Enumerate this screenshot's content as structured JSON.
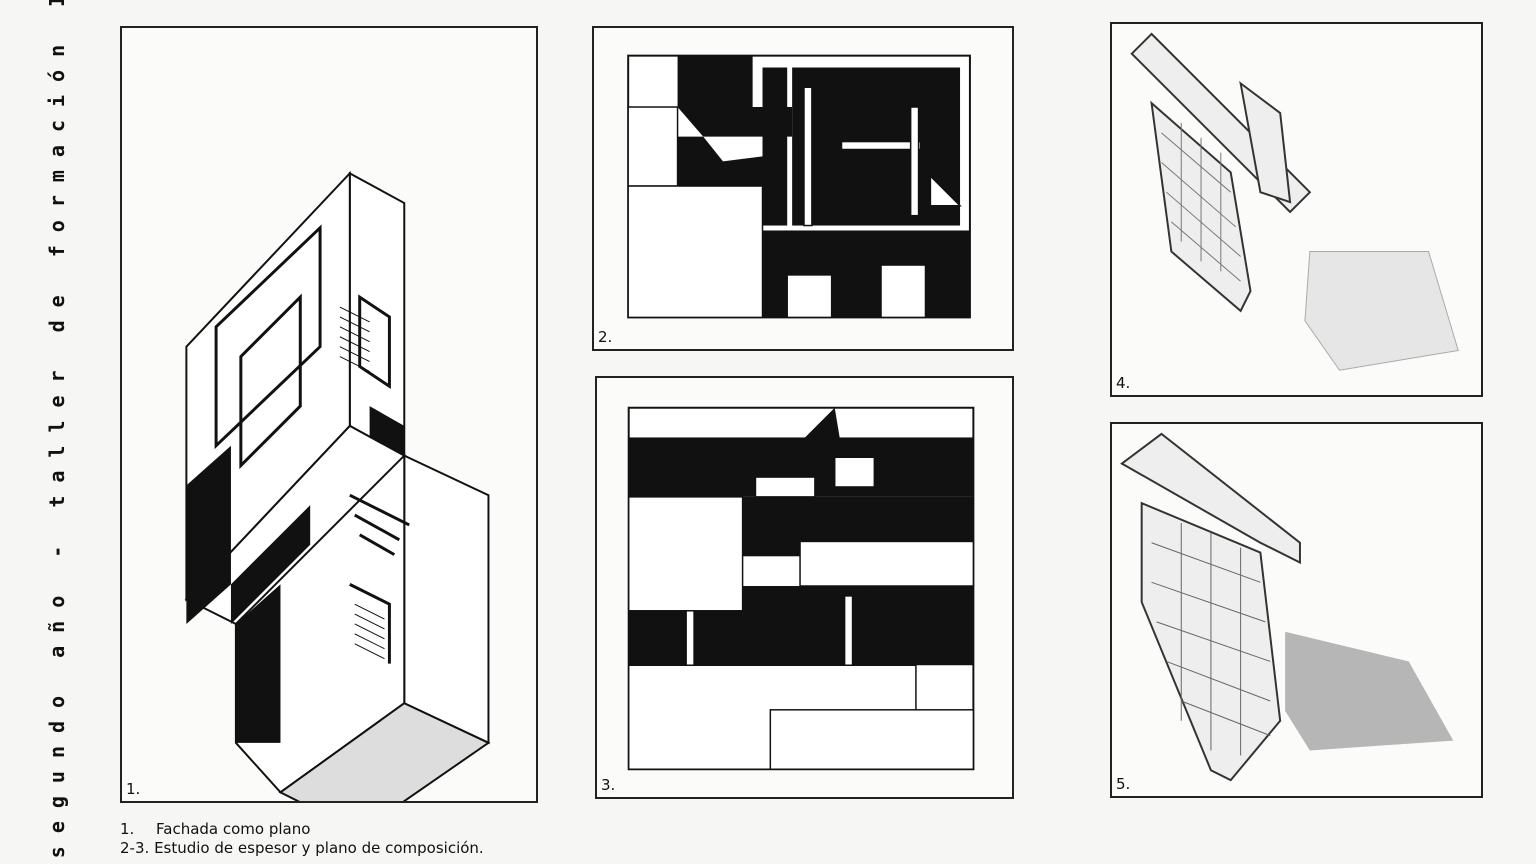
{
  "side_title": "segundo año - taller de formación I",
  "figures": [
    {
      "label": "1."
    },
    {
      "label": "2."
    },
    {
      "label": "3."
    },
    {
      "label": "4."
    },
    {
      "label": "5."
    }
  ],
  "captions": [
    {
      "number": "1.",
      "text": "Fachada como plano"
    },
    {
      "number": "2-3.",
      "text": "Estudio de espesor y plano de composición."
    }
  ]
}
